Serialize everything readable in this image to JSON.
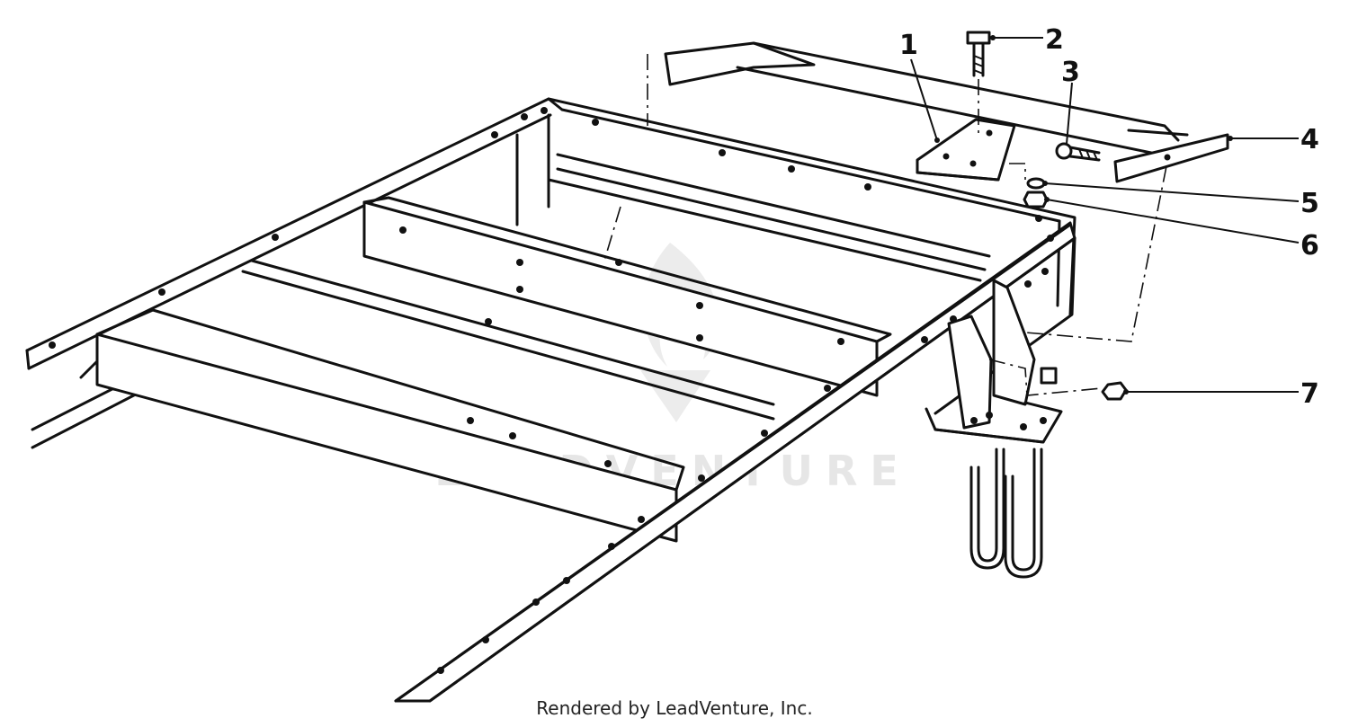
{
  "callouts": [
    {
      "id": "1",
      "label": "1"
    },
    {
      "id": "2",
      "label": "2"
    },
    {
      "id": "3",
      "label": "3"
    },
    {
      "id": "4",
      "label": "4"
    },
    {
      "id": "5",
      "label": "5"
    },
    {
      "id": "6",
      "label": "6"
    },
    {
      "id": "7",
      "label": "7"
    }
  ],
  "watermark": {
    "text": "LEADVENTURE"
  },
  "footer": {
    "text": "Rendered by LeadVenture, Inc."
  },
  "colors": {
    "line": "#111111",
    "background": "#ffffff",
    "watermark": "#e6e6e6"
  }
}
